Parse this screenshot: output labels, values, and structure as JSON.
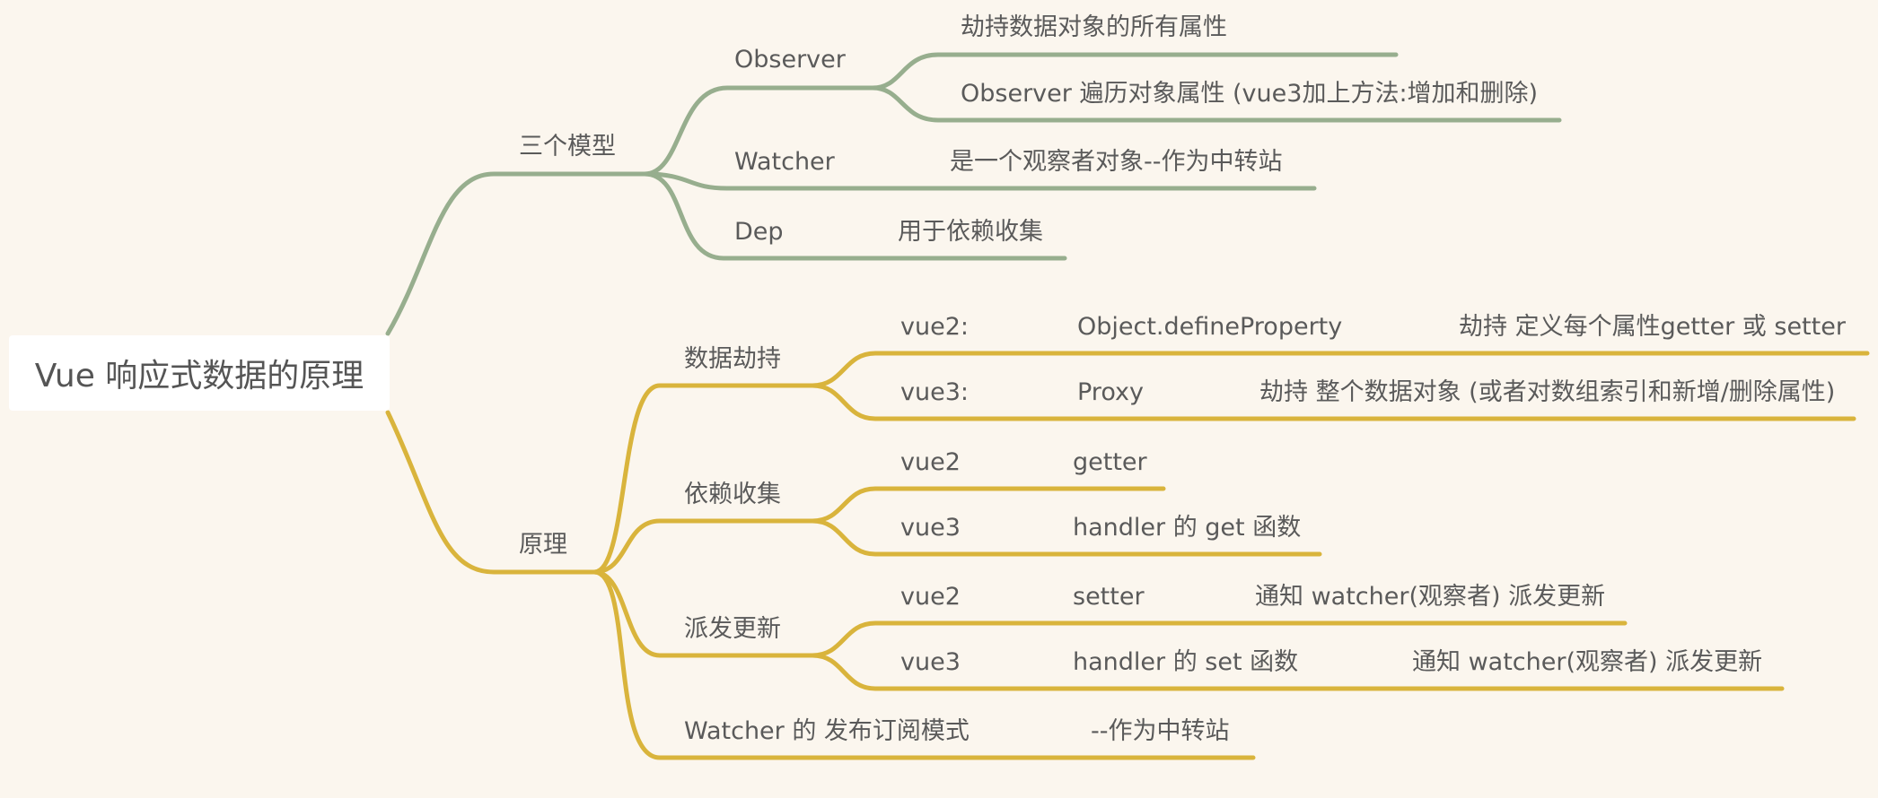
{
  "root": "Vue 响应式数据的原理",
  "colors": {
    "background": "#fbf6ee",
    "green": "#97ae8e",
    "gold": "#d9b43c",
    "text": "#5a5a5a"
  },
  "branches": [
    {
      "label": "三个模型",
      "children": [
        {
          "label": "Observer",
          "details": [
            "劫持数据对象的所有属性",
            "Observer 遍历对象属性 (vue3加上方法:增加和删除)"
          ]
        },
        {
          "label": "Watcher",
          "details": [
            "是一个观察者对象--作为中转站"
          ]
        },
        {
          "label": "Dep",
          "details": [
            "用于依赖收集"
          ]
        }
      ]
    },
    {
      "label": "原理",
      "children": [
        {
          "label": "数据劫持",
          "rows": [
            {
              "version": "vue2:",
              "api": "Object.defineProperty",
              "note": "劫持 定义每个属性getter 或 setter"
            },
            {
              "version": "vue3:",
              "api": "Proxy",
              "note": "劫持 整个数据对象 (或者对数组索引和新增/删除属性)"
            }
          ]
        },
        {
          "label": "依赖收集",
          "rows": [
            {
              "version": "vue2",
              "api": "getter"
            },
            {
              "version": "vue3",
              "api": "handler 的 get 函数"
            }
          ]
        },
        {
          "label": "派发更新",
          "rows": [
            {
              "version": "vue2",
              "api": "setter",
              "note": "通知 watcher(观察者) 派发更新"
            },
            {
              "version": "vue3",
              "api": "handler 的 set 函数",
              "note": "通知 watcher(观察者) 派发更新"
            }
          ]
        },
        {
          "label": "Watcher 的 发布订阅模式",
          "note": "--作为中转站"
        }
      ]
    }
  ]
}
